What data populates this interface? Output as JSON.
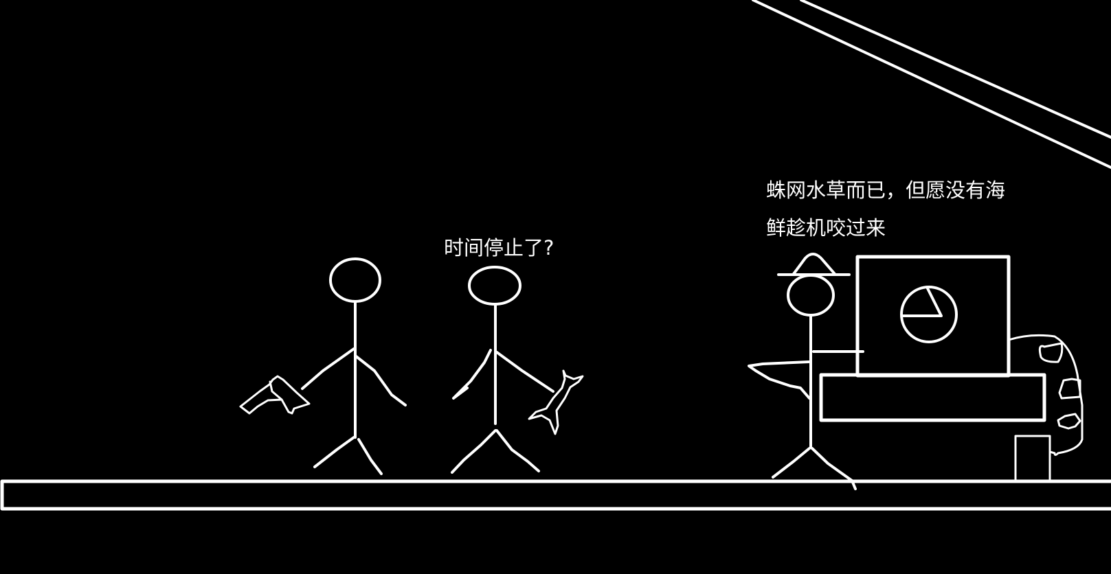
{
  "scene": {
    "background": "#000000",
    "stroke_color": "#ffffff"
  },
  "captions": {
    "middle_figure_speech": "时间停止了?",
    "right_figure_speech_line1": "蛛网水草而已，但愿没有海",
    "right_figure_speech_line2": "鲜趁机咬过来"
  },
  "figures": [
    {
      "id": "left-figure",
      "holding": "gun"
    },
    {
      "id": "middle-figure",
      "holding": "wrench"
    },
    {
      "id": "right-figure",
      "wearing": "hat"
    }
  ],
  "objects": [
    "computer-monitor",
    "desk",
    "chair",
    "floor",
    "diagonal-lines"
  ]
}
